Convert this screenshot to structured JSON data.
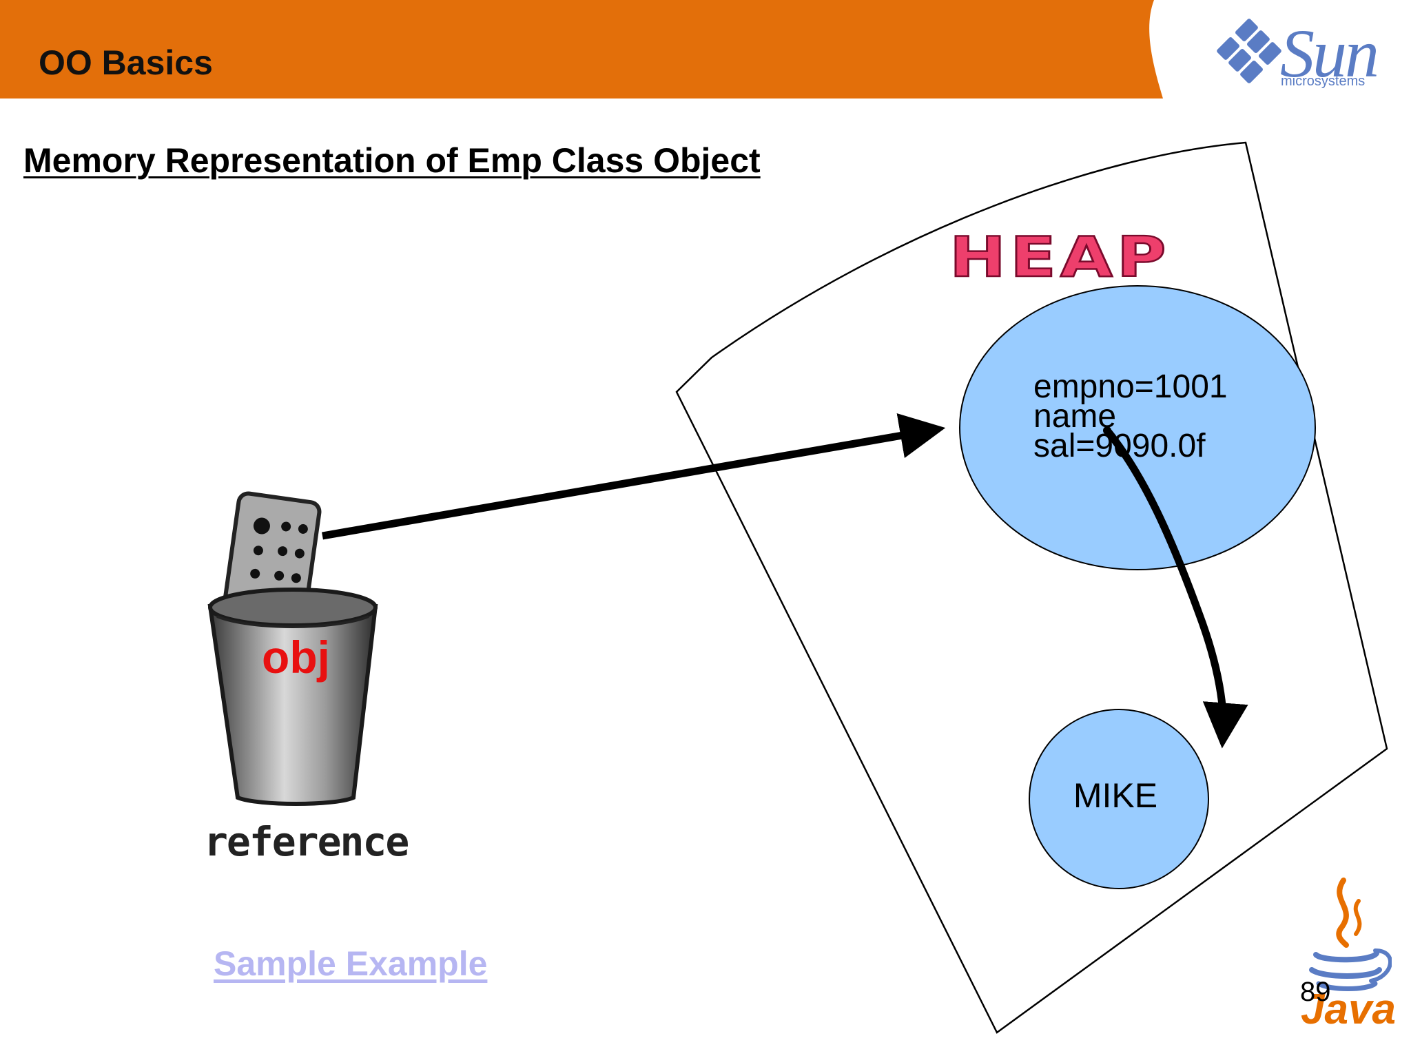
{
  "header": {
    "title": "OO Basics",
    "color": "#e36f0a"
  },
  "logo": {
    "brand": "Sun",
    "subtitle": "microsystems",
    "icon": "sun-logo-icon",
    "color": "#5a7cc4"
  },
  "slide": {
    "title": "Memory Representation of Emp Class Object"
  },
  "diagram": {
    "heap_label": "HEAP",
    "object_fields": [
      "empno=1001",
      "name",
      "sal=9090.0f"
    ],
    "string_value": "MIKE",
    "reference_var": "obj",
    "reference_label": "reference",
    "fill_color": "#99ccff",
    "heap_label_color": "#ee3f6c",
    "reference_var_color": "#e81010"
  },
  "footer": {
    "link_text": "Sample Example",
    "page_number": "89",
    "java_word": "Java",
    "java_icon": "java-coffee-cup-icon"
  }
}
